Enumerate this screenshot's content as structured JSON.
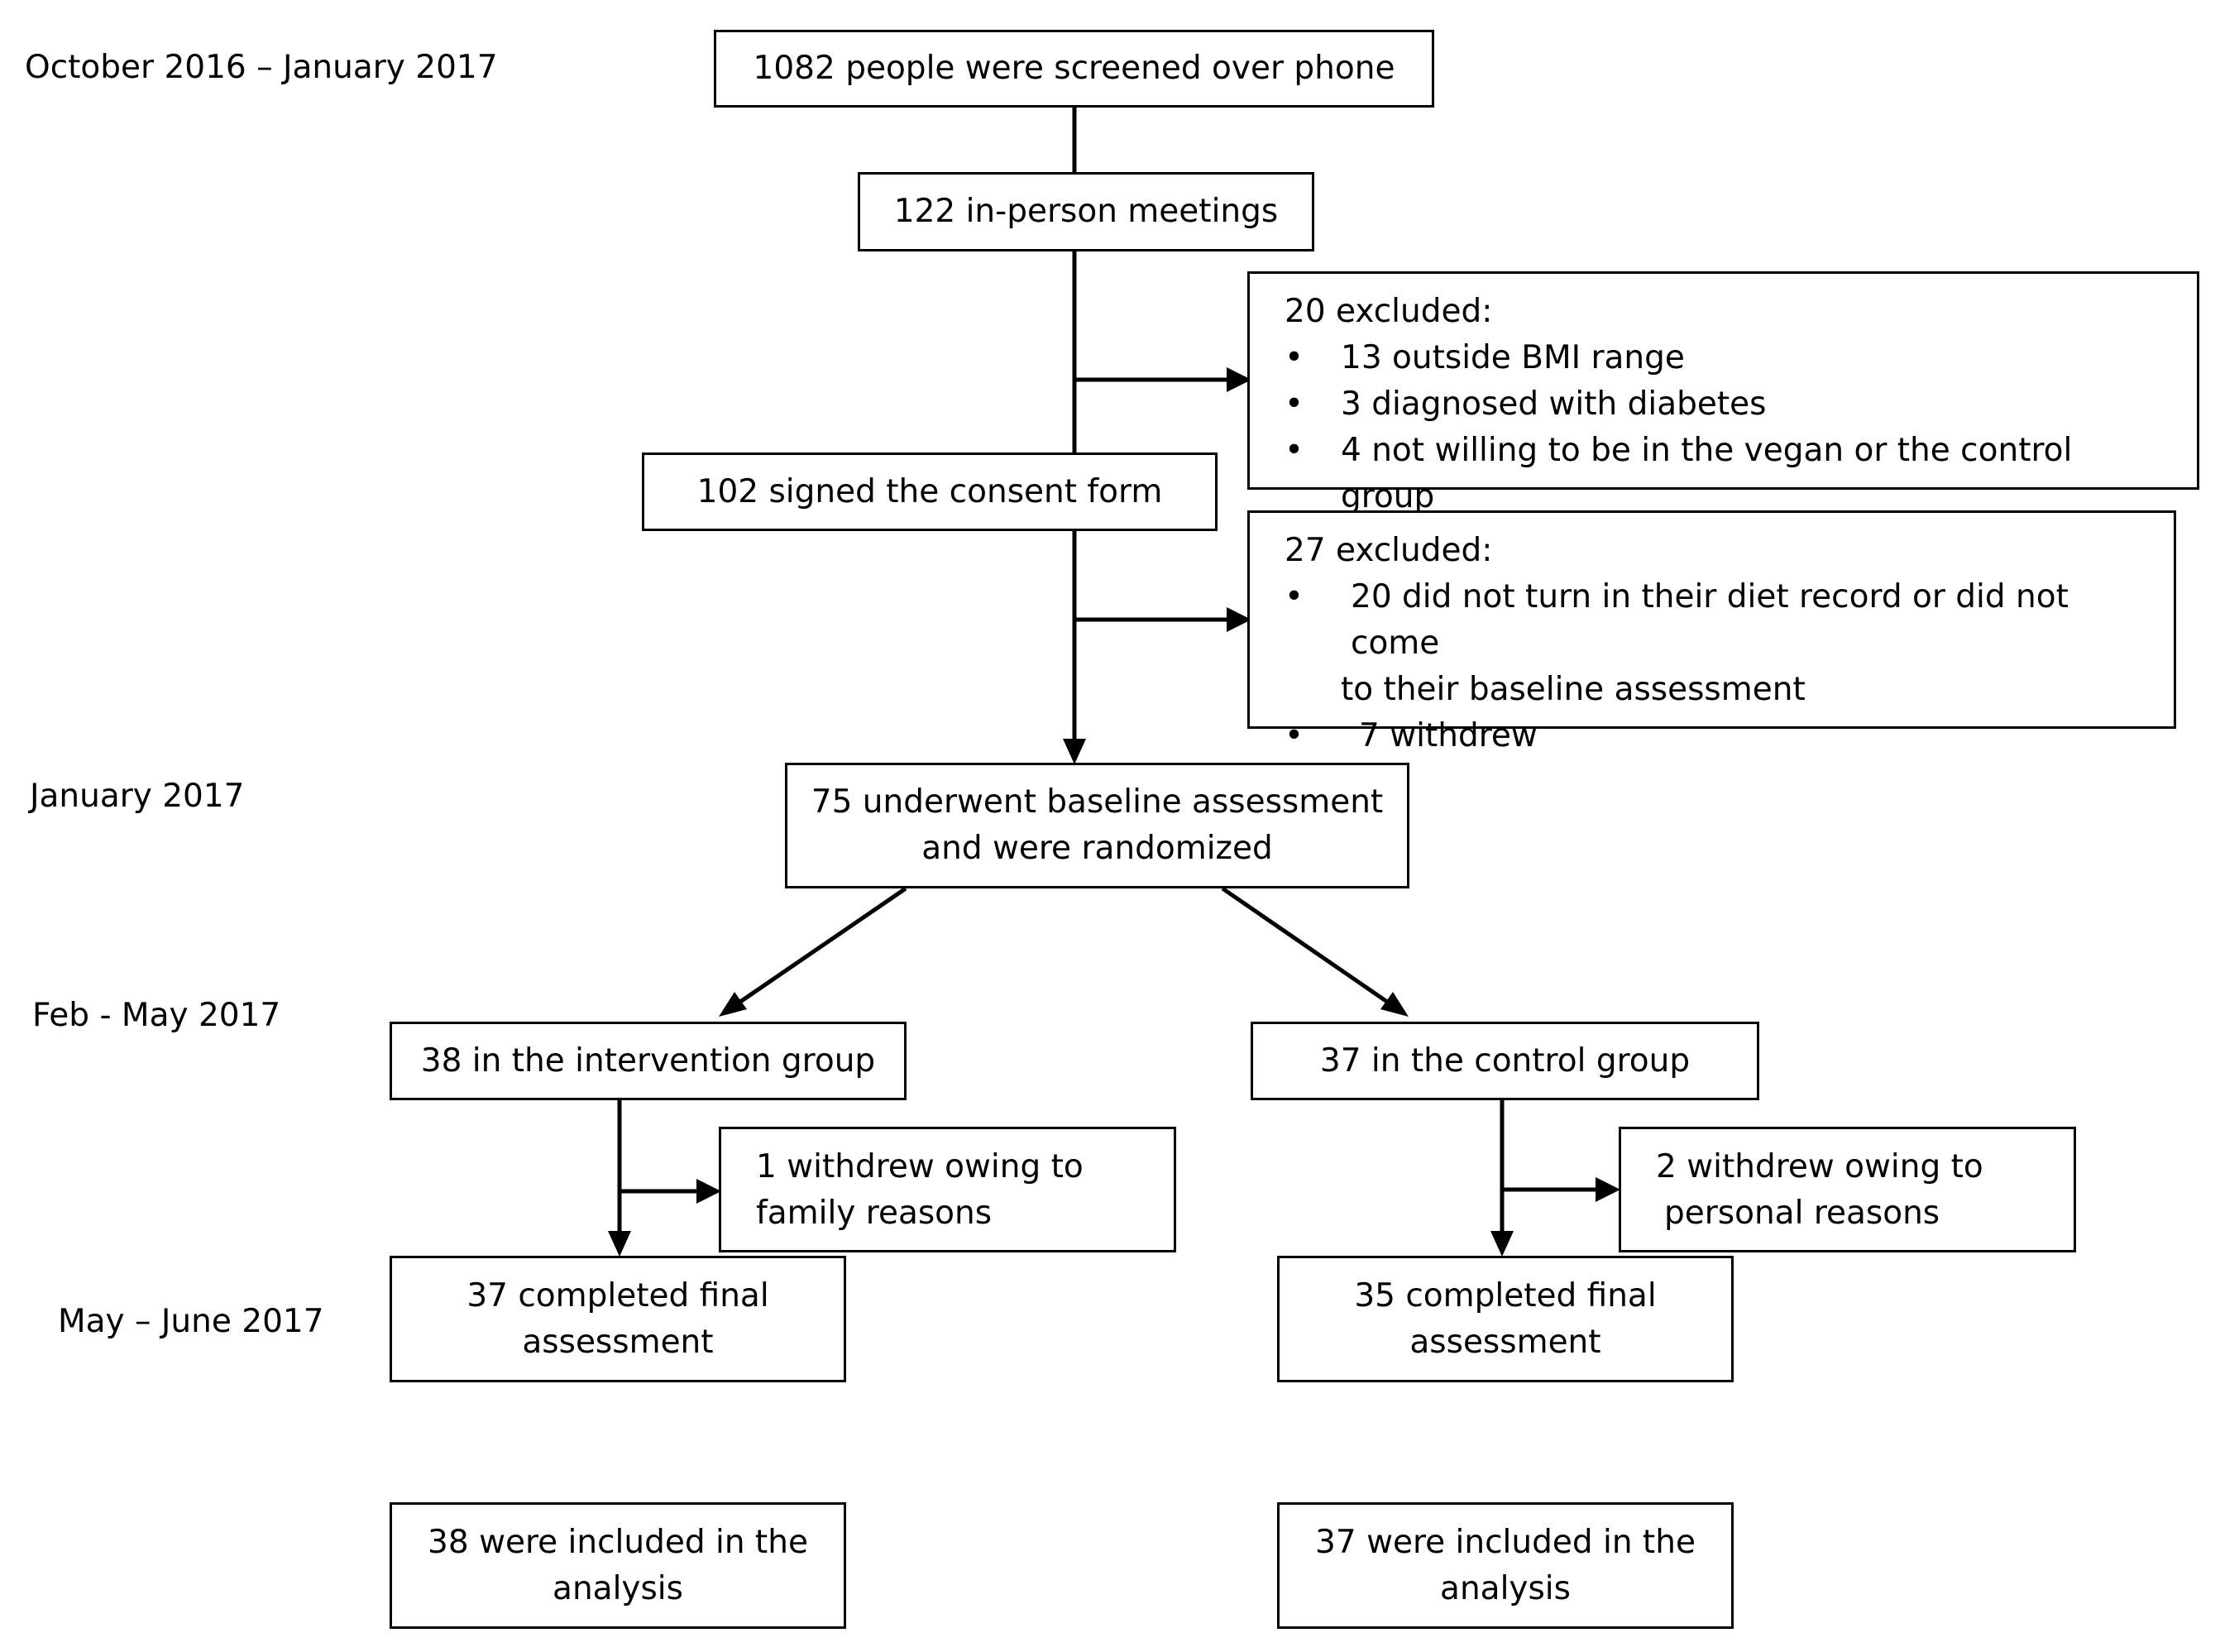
{
  "timeline": {
    "t1": "October 2016 – January 2017",
    "t2": "January 2017",
    "t3": "Feb - May 2017",
    "t4": "May – June 2017"
  },
  "boxes": {
    "screened": "1082 people were screened over phone",
    "meetings": "122 in-person meetings",
    "consent": "102 signed the consent form",
    "baseline_line1": "75 underwent baseline assessment",
    "baseline_line2": "and were randomized",
    "intervention": "38 in the intervention group",
    "control": "37 in the control group",
    "int_final_line1": "37 completed final",
    "int_final_line2": "assessment",
    "ctl_final_line1": "35 completed final",
    "ctl_final_line2": "assessment",
    "int_analysis_line1": "38 were included in the",
    "int_analysis_line2": "analysis",
    "ctl_analysis_line1": "37 were included in the",
    "ctl_analysis_line2": "analysis"
  },
  "exclusion1": {
    "title": "20 excluded:",
    "items": [
      "13 outside BMI range",
      "3 diagnosed with diabetes",
      "4 not willing to be in the vegan or the control group"
    ]
  },
  "exclusion2": {
    "title": "27 excluded:",
    "item1_line1": "20 did not turn in their diet record or did not come",
    "item1_line2": "to their baseline assessment",
    "item2": "7 withdrew"
  },
  "withdrawals": {
    "int_line1": "1 withdrew owing to",
    "int_line2": "family reasons",
    "ctl_line1": "2 withdrew owing to",
    "ctl_line2": "personal reasons"
  }
}
